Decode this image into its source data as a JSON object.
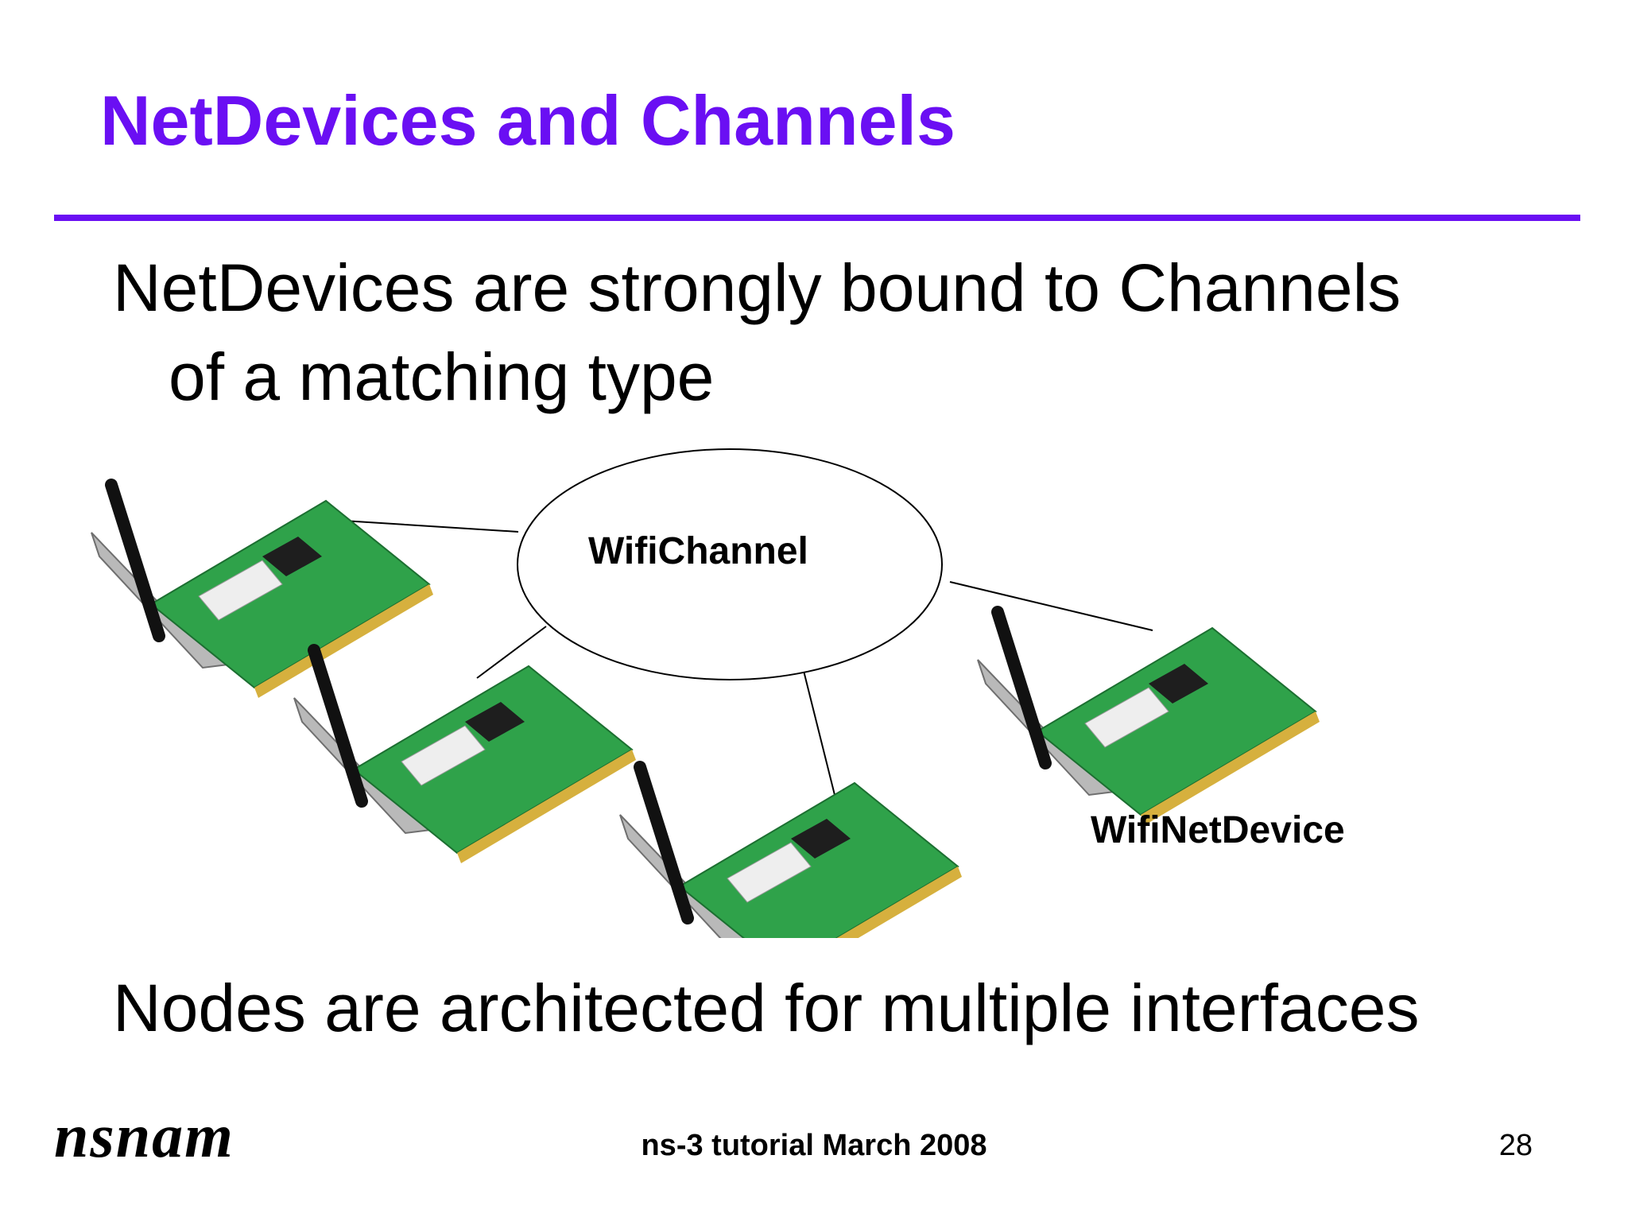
{
  "slide": {
    "title": "NetDevices and Channels",
    "bullet1_line1": "NetDevices are strongly bound to Channels",
    "bullet1_line2": "of a matching type",
    "bullet2": "Nodes are architected for multiple interfaces"
  },
  "diagram": {
    "channel_label": "WifiChannel",
    "device_label": "WifiNetDevice"
  },
  "footer": {
    "logo": "nsnam",
    "center": "ns-3 tutorial March 2008",
    "page_number": "28"
  },
  "colors": {
    "accent": "#6a0ff3",
    "card_green": "#2fa24a"
  }
}
